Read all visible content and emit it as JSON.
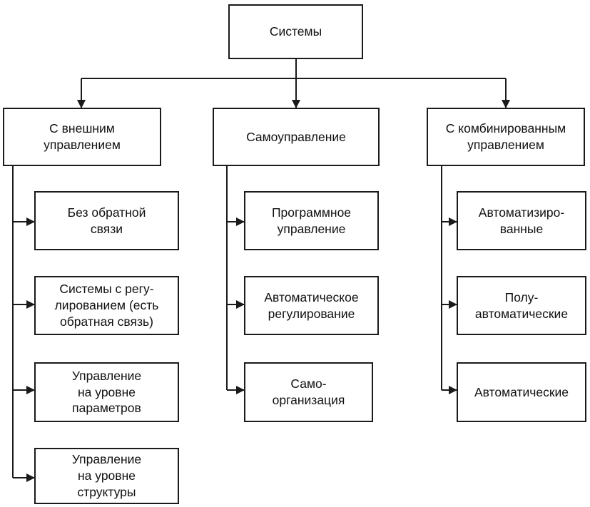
{
  "diagram": {
    "root": "Системы",
    "branches": [
      {
        "title": "С внешним\nуправлением",
        "children": [
          "Без обратной\nсвязи",
          "Системы с регу-\nлированием (есть\nобратная связь)",
          "Управление\nна уровне\nпараметров",
          "Управление\nна уровне\nструктуры"
        ]
      },
      {
        "title": "Самоуправление",
        "children": [
          "Программное\nуправление",
          "Автоматическое\nрегулирование",
          "Само-\nорганизация"
        ]
      },
      {
        "title": "С комбинированным\nуправлением",
        "children": [
          "Автоматизиро-\nванные",
          "Полу-\nавтоматические",
          "Автоматические"
        ]
      }
    ]
  }
}
